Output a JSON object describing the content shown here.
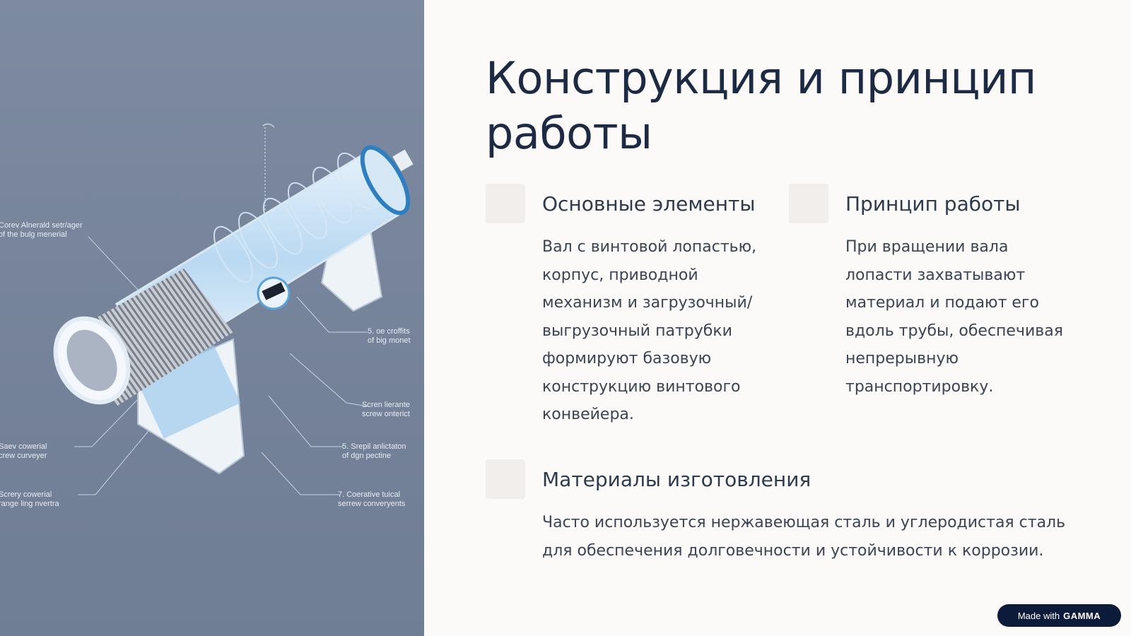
{
  "image": {
    "callouts": [
      "Corev Alnerald setr/ager\nof the bulg menerial",
      "5. oe croffits\nof big monet",
      "Scren lierante\nscrew onterict",
      "Saev cowerial\ncrew curveyer",
      "5. Srepil anlictaton\nof dgn pectine",
      "Screry cowerial\nrange ling nvertra",
      "7. Coerative tuical\nserrew converyents"
    ]
  },
  "title": "Конструкция и принцип работы",
  "blocks": [
    {
      "heading": "Основные элементы",
      "text": "Вал с винтовой лопастью, корпус, приводной механизм и загрузочный/ выгрузочный патрубки формируют базовую конструкцию винтового конвейера."
    },
    {
      "heading": "Принцип работы",
      "text": "При вращении вала лопасти захватывают материал и подают его вдоль трубы, обеспечивая непрерывную транспортировку."
    },
    {
      "heading": "Материалы изготовления",
      "text": "Часто используется нержавеющая сталь и углеродистая сталь для обеспечения долговечности и устойчивости к коррозии."
    }
  ],
  "badge": {
    "prefix": "Made with",
    "brand": "GAMMA"
  },
  "colors": {
    "panel": "#7d8aa0",
    "title": "#1c2a44",
    "badge": "#0d1b3a"
  }
}
